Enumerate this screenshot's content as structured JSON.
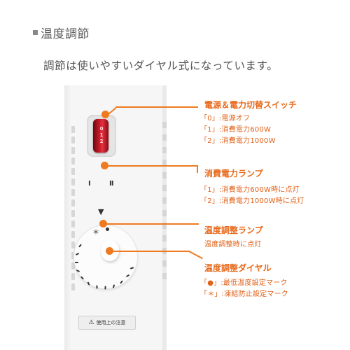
{
  "header": {
    "title": "温度調節",
    "subtitle": "調節は使いやすいダイヤル式になっています。"
  },
  "heater": {
    "switch_labels": [
      "0",
      "1",
      "2"
    ],
    "lamp_marks": [
      "Ⅰ",
      "Ⅱ"
    ],
    "dial_arrow": "▼",
    "dial_marks": [
      "＊",
      "●"
    ],
    "warning_icon": "warning-triangle-icon",
    "warning_glyph": "⚠",
    "warning_text": "使用上の注意"
  },
  "callouts": [
    {
      "title": "電源＆電力切替スイッチ",
      "lines": [
        "「0」:電源オフ",
        "「1」:消費電力600W",
        "「2」:消費電力1000W"
      ]
    },
    {
      "title": "消費電力ランプ",
      "lines": [
        "「1」:消費電力600W時に点灯",
        "「2」:消費電力1000W時に点灯"
      ]
    },
    {
      "title": "温度調整ランプ",
      "lines": [
        "温度調整時に点灯"
      ]
    },
    {
      "title": "温度調整ダイヤル",
      "lines": [
        "「●」:最低温度設定マーク",
        "「＊」:凍結防止設定マーク"
      ]
    }
  ],
  "colors": {
    "accent_orange": "#ef7a20",
    "switch_red": "#cf1d2a",
    "heater_white": "#f6f6f6"
  }
}
